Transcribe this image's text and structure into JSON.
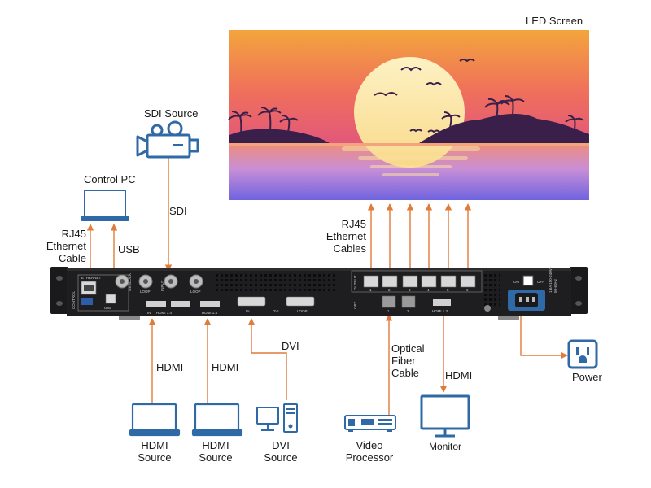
{
  "colors": {
    "line": "#e07b39",
    "device": "#1e1e20",
    "icon_blue": "#2f6aa6",
    "sky_top": "#f2a93b",
    "sky_mid": "#ef6a5a",
    "sun": "#fbe7a0"
  },
  "labels": {
    "led_screen": "LED Screen",
    "sdi_source": "SDI Source",
    "sdi": "SDI",
    "control_pc": "Control PC",
    "rj45_left": [
      "RJ45",
      "Ethernet",
      "Cable"
    ],
    "usb": "USB",
    "rj45_right": [
      "RJ45",
      "Ethernet",
      "Cables"
    ],
    "hdmi_1": "HDMI",
    "hdmi_2": "HDMI",
    "dvi": "DVI",
    "optical": [
      "Optical",
      "Fiber",
      "Cable"
    ],
    "hdmi_out": "HDMI",
    "power": "Power",
    "hdmi_source_1": [
      "HDMI",
      "Source"
    ],
    "hdmi_source_2": [
      "HDMI",
      "Source"
    ],
    "dvi_source": [
      "DVI",
      "Source"
    ],
    "video_processor": [
      "Video",
      "Processor"
    ],
    "monitor": "Monitor"
  },
  "panel": {
    "control": "CONTROL",
    "ethernet": "ETHERNET",
    "usb_port": "USB",
    "input": "INPUT",
    "genlock": "GENLOCK",
    "loop": "LOOP",
    "in": "IN",
    "hdmi_1_4_a": "HDMI 1.4",
    "hdmi_1_4_b": "HDMI 1.4",
    "dvi_port": "DVI",
    "output": "OUTPUT",
    "opt": "OPT",
    "hdmi_1_3": "HDMI 1.3",
    "on": "ON",
    "off": "OFF",
    "ports": [
      "1",
      "2",
      "3",
      "4",
      "5",
      "6"
    ],
    "opt_ports": [
      "1",
      "2"
    ],
    "power_rating": [
      "1.6A 100-240V~",
      "50-60Hz"
    ]
  }
}
